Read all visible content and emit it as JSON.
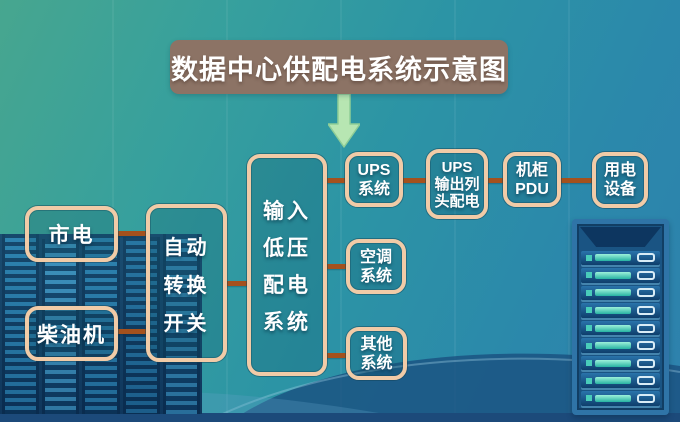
{
  "title": "数据中心供配电系统示意图",
  "nodes": {
    "shidian": {
      "lines": [
        "市电"
      ]
    },
    "chaiyouji": {
      "lines": [
        "柴油机"
      ]
    },
    "zhuanhuan": {
      "lines": [
        "自动",
        "转换",
        "开关"
      ]
    },
    "shuru": {
      "lines": [
        "输入",
        "低压",
        "配电",
        "系统"
      ]
    },
    "ups": {
      "lines": [
        "UPS",
        "系统"
      ]
    },
    "upsout": {
      "lines": [
        "UPS",
        "输出列",
        "头配电"
      ]
    },
    "pdu": {
      "lines": [
        "机柜",
        "PDU"
      ]
    },
    "yongdian": {
      "lines": [
        "用电",
        "设备"
      ]
    },
    "kongtiao": {
      "lines": [
        "空调",
        "系统"
      ]
    },
    "qita": {
      "lines": [
        "其他",
        "系统"
      ]
    }
  },
  "icons": {
    "down_arrow": "down-arrow"
  },
  "colors": {
    "box_border": "#f1cba7",
    "connector_line": "#a4511d",
    "title_background": "#8c7365",
    "arrow_green": "#b7e6b2",
    "background_teal": "#2c94a5"
  }
}
